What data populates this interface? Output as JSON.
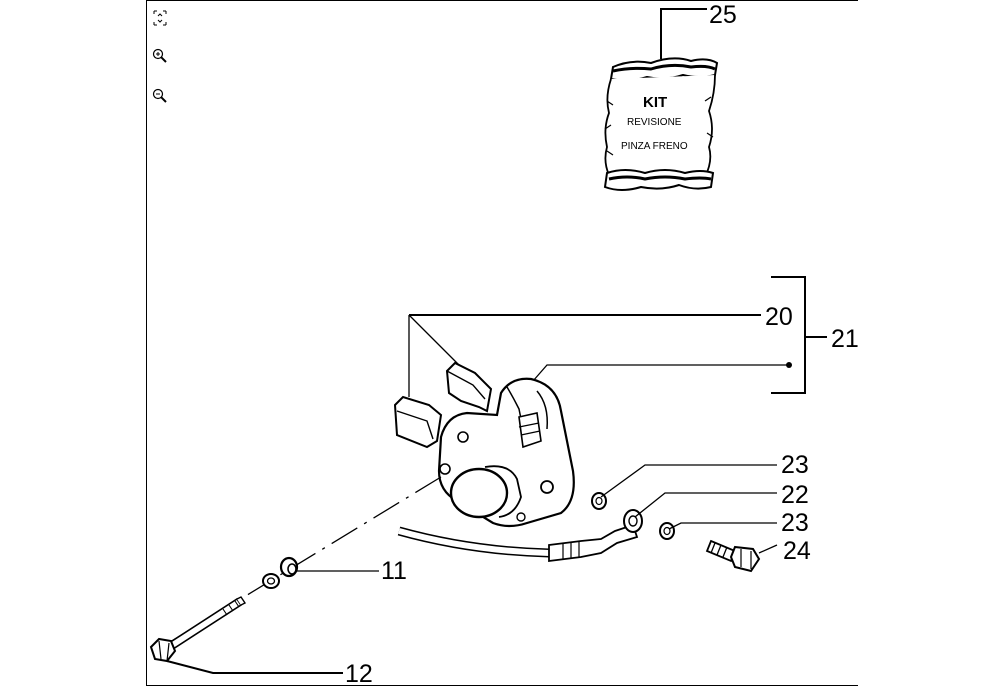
{
  "toolbar": {
    "fit_icon": "fit-to-window-icon",
    "zoom_in_icon": "zoom-in-icon",
    "zoom_out_icon": "zoom-out-icon"
  },
  "kit_bag": {
    "line1": "KIT",
    "line2": "REVISIONE",
    "line3": "PINZA FRENO"
  },
  "callouts": {
    "c25": "25",
    "c20": "20",
    "c21": "21",
    "c23a": "23",
    "c22": "22",
    "c23b": "23",
    "c24": "24",
    "c11": "11",
    "c12": "12"
  }
}
